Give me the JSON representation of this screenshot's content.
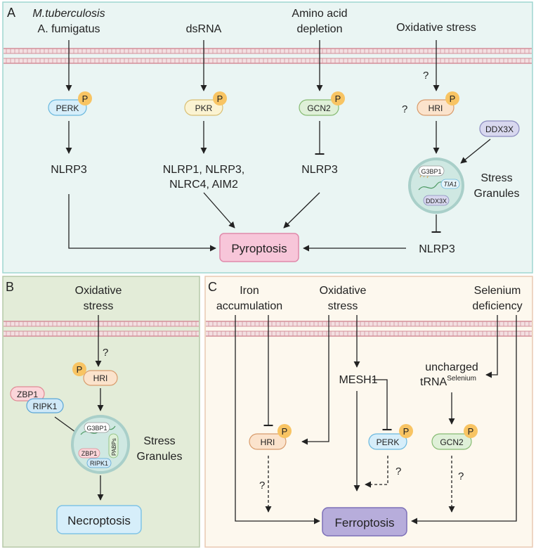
{
  "panelA": {
    "letter": "A",
    "inputs": {
      "mtb": "M.tuberculosis",
      "afum": "A. fumigatus",
      "dsrna": "dsRNA",
      "aa1": "Amino acid",
      "aa2": "depletion",
      "ox": "Oxidative stress"
    },
    "kinases": {
      "perk": "PERK",
      "pkr": "PKR",
      "gcn2": "GCN2",
      "hri": "HRI"
    },
    "phospho": "P",
    "question": "?",
    "outputs": {
      "nlrp3_perk": "NLRP3",
      "pkr1": "NLRP1, NLRP3,",
      "pkr2": "NLRC4, AIM2",
      "nlrp3_gcn2": "NLRP3",
      "nlrp3_hri": "NLRP3"
    },
    "ddx3x": "DDX3X",
    "granule": {
      "g3bp1": "G3BP1",
      "tia1": "TIA1",
      "ddx3x": "DDX3X"
    },
    "sg1": "Stress",
    "sg2": "Granules",
    "result": "Pyroptosis"
  },
  "panelB": {
    "letter": "B",
    "ox1": "Oxidative",
    "ox2": "stress",
    "question": "?",
    "phospho": "P",
    "hri": "HRI",
    "zbp1": "ZBP1",
    "ripk1": "RIPK1",
    "granule": {
      "g3bp1": "G3BP1",
      "zbp1": "ZBP1",
      "ripk1": "RIPK1",
      "pabps": "PABPs"
    },
    "sg1": "Stress",
    "sg2": "Granules",
    "result": "Necroptosis"
  },
  "panelC": {
    "letter": "C",
    "iron1": "Iron",
    "iron2": "accumulation",
    "ox1": "Oxidative",
    "ox2": "stress",
    "sel1": "Selenium",
    "sel2": "deficiency",
    "mesh1": "MESH1",
    "trna1": "uncharged",
    "trna2": "tRNA",
    "trna_sup": "Selenium",
    "kinases": {
      "hri": "HRI",
      "perk": "PERK",
      "gcn2": "GCN2"
    },
    "phospho": "P",
    "question": "?",
    "result": "Ferroptosis"
  },
  "colors": {
    "panelA_bg": "#eaf5f3",
    "panelA_border": "#9fd6d0",
    "panelB_bg": "#e3ecd8",
    "panelB_border": "#b6c9a8",
    "panelC_bg": "#fdf8ee",
    "panelC_border": "#e8c9b2",
    "membrane": "#e6b7bd",
    "phospho": "#f8c463",
    "pyroptosis": "#f7c6d9",
    "necroptosis": "#d6eefa",
    "ferroptosis": "#b7addb"
  }
}
